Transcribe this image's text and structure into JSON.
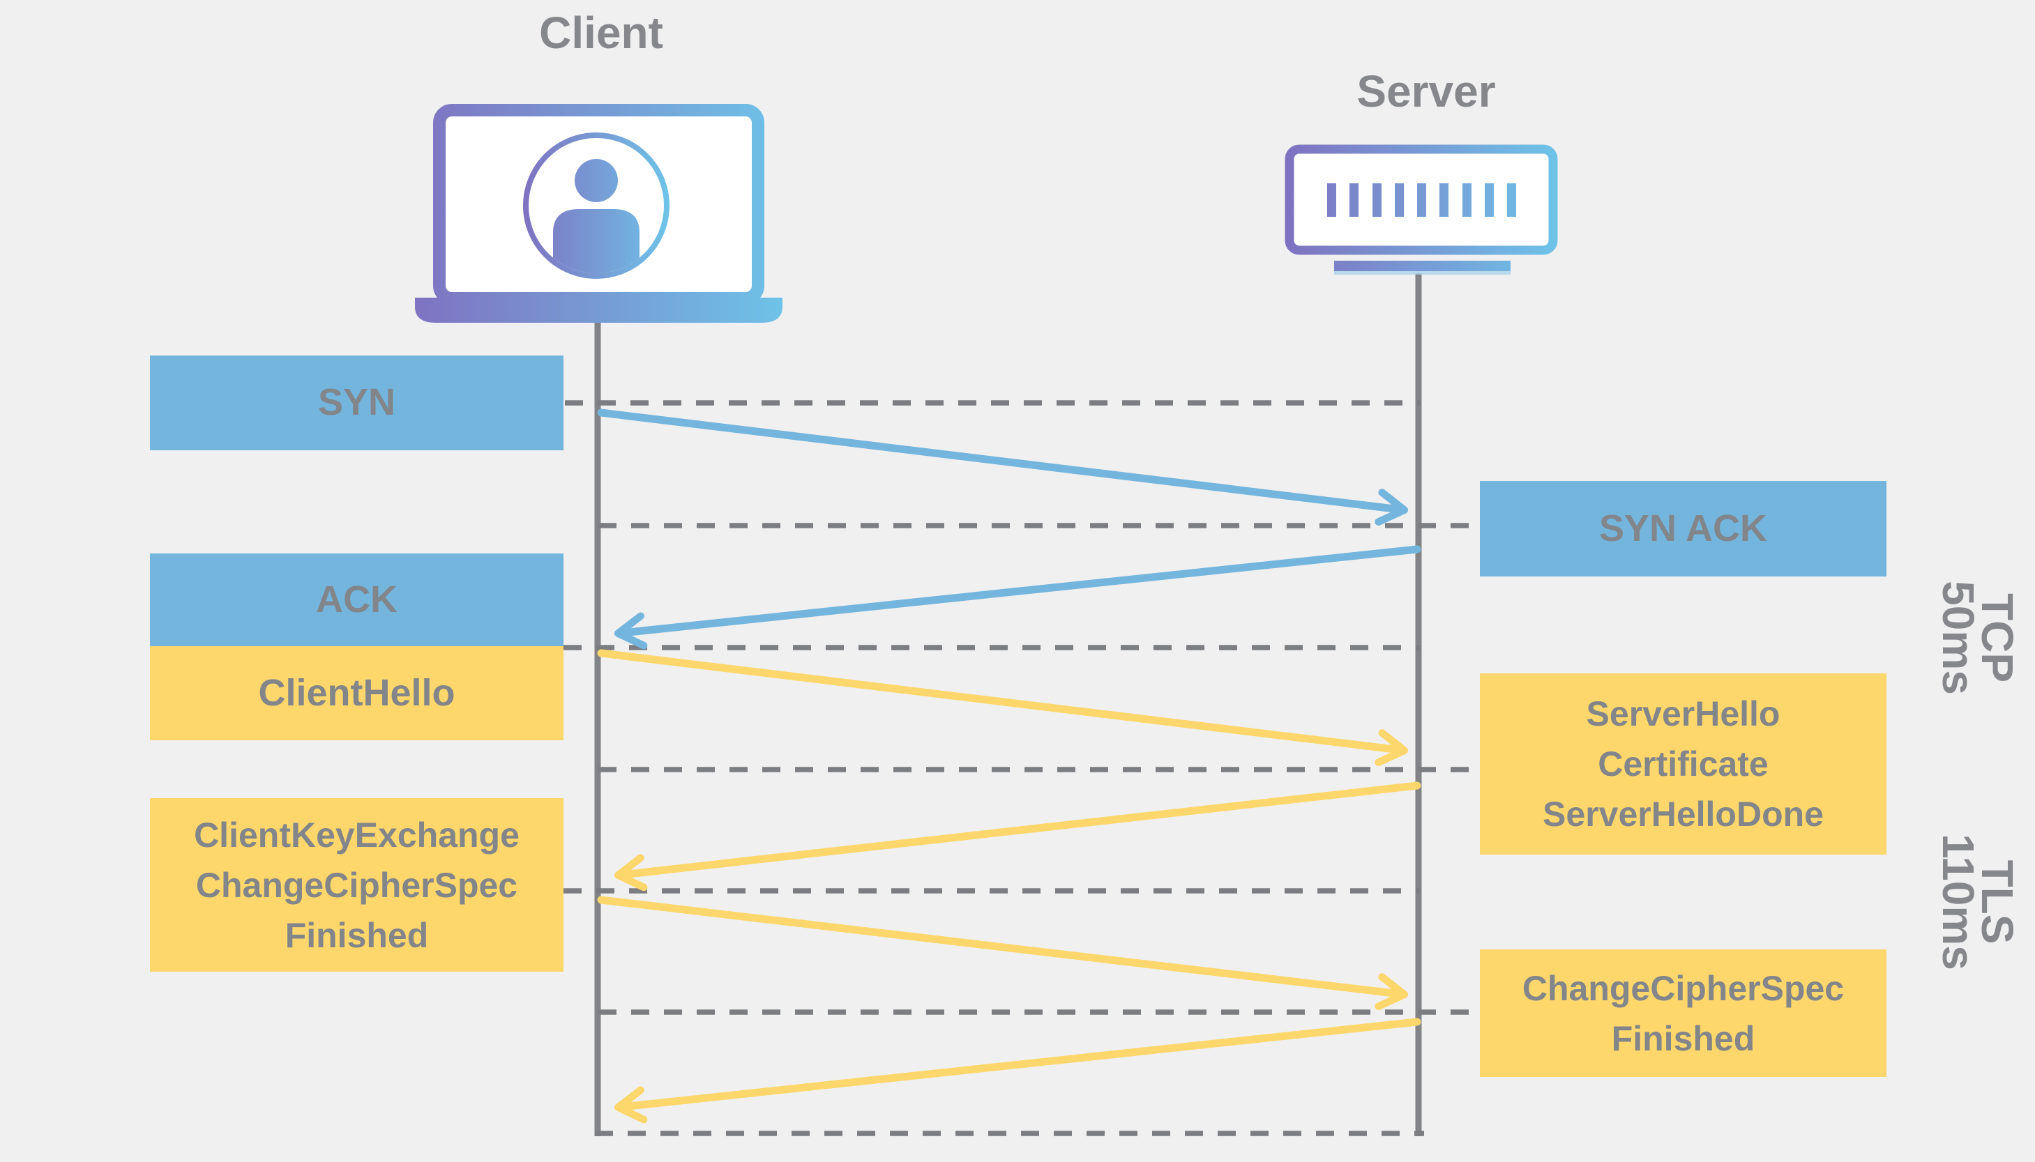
{
  "actors": {
    "client": {
      "label": "Client",
      "icon": "laptop-user-icon"
    },
    "server": {
      "label": "Server",
      "icon": "server-rack-icon"
    }
  },
  "boxes": {
    "syn": {
      "label": "SYN",
      "protocol": "TCP"
    },
    "syn_ack": {
      "label": "SYN ACK",
      "protocol": "TCP"
    },
    "ack": {
      "label": "ACK",
      "protocol": "TCP"
    },
    "client_hello": {
      "label": "ClientHello",
      "protocol": "TLS"
    },
    "server_hello": {
      "lines": [
        "ServerHello",
        "Certificate",
        "ServerHelloDone"
      ],
      "protocol": "TLS"
    },
    "client_key_exchange": {
      "lines": [
        "ClientKeyExchange",
        "ChangeCipherSpec",
        "Finished"
      ],
      "protocol": "TLS"
    },
    "change_cipher_spec": {
      "lines": [
        "ChangeCipherSpec",
        "Finished"
      ],
      "protocol": "TLS"
    }
  },
  "phases": {
    "tcp": {
      "protocol": "TCP",
      "duration": "50ms"
    },
    "tls": {
      "protocol": "TLS",
      "duration": "110ms"
    }
  },
  "messages": [
    {
      "label": "SYN",
      "from": "client",
      "to": "server",
      "phase": "TCP"
    },
    {
      "label": "SYN ACK",
      "from": "server",
      "to": "client",
      "phase": "TCP"
    },
    {
      "label": "ACK + ClientHello",
      "from": "client",
      "to": "server",
      "phase": "TCP/TLS"
    },
    {
      "label": "ServerHello, Certificate, ServerHelloDone",
      "from": "server",
      "to": "client",
      "phase": "TLS"
    },
    {
      "label": "ClientKeyExchange, ChangeCipherSpec, Finished",
      "from": "client",
      "to": "server",
      "phase": "TLS"
    },
    {
      "label": "ChangeCipherSpec, Finished",
      "from": "server",
      "to": "client",
      "phase": "TLS"
    }
  ],
  "colors": {
    "tcp_blue": "#74b5dd",
    "tls_yellow": "#fdd76b",
    "label_gray": "#85878a",
    "line_gray": "#7b7d80",
    "gradient_purple": "#7f73c1",
    "gradient_blue": "#6ec2e8",
    "background": "#f0f0f1"
  }
}
